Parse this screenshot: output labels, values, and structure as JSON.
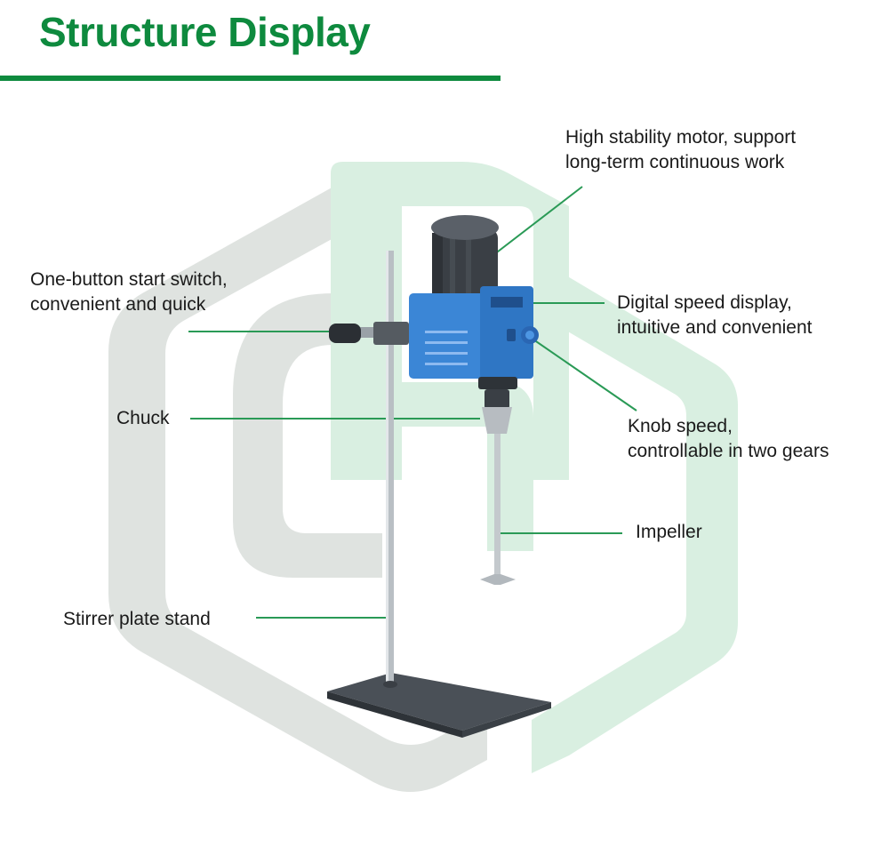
{
  "header": {
    "title": "Structure Display"
  },
  "colors": {
    "accent": "#0e8a3e",
    "leader_line": "#2a9a56",
    "logo_grey": "#dfe3e0",
    "logo_mint": "#d9efe1",
    "device_blue": "#3b86d6",
    "motor_dark": "#3a3f45"
  },
  "callouts": {
    "motor": {
      "lines": [
        "High stability motor, support",
        "long-term continuous work"
      ]
    },
    "switch": {
      "lines": [
        "One-button start switch,",
        "convenient and quick"
      ]
    },
    "display": {
      "lines": [
        "Digital speed display,",
        "intuitive and convenient"
      ]
    },
    "chuck": {
      "lines": [
        "Chuck"
      ]
    },
    "knob": {
      "lines": [
        "Knob speed,",
        "controllable in two gears"
      ]
    },
    "impeller": {
      "lines": [
        "Impeller"
      ]
    },
    "stand": {
      "lines": [
        "Stirrer plate stand"
      ]
    }
  }
}
